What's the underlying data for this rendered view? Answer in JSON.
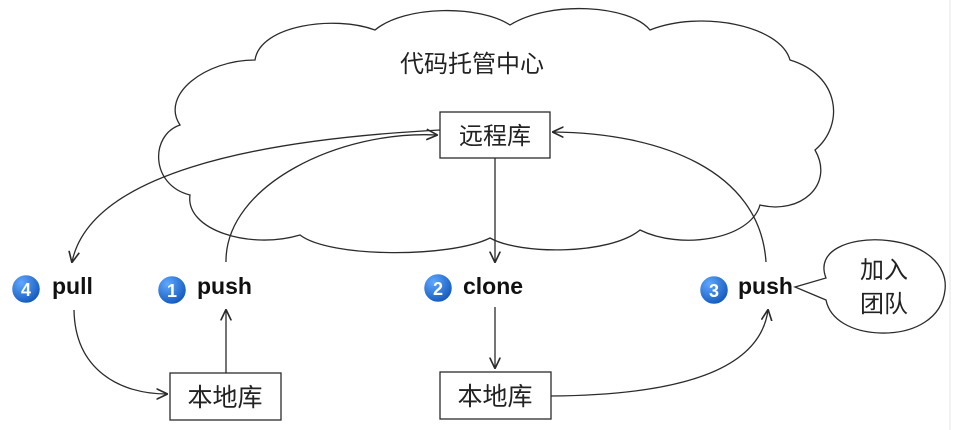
{
  "cloud_label": "代码托管中心",
  "remote_repo": "远程库",
  "local_repo_left": "本地库",
  "local_repo_right": "本地库",
  "steps": [
    {
      "number": "1",
      "label": "push"
    },
    {
      "number": "2",
      "label": "clone"
    },
    {
      "number": "3",
      "label": "push"
    },
    {
      "number": "4",
      "label": "pull"
    }
  ],
  "callout": {
    "line1": "加入",
    "line2": "团队"
  },
  "colors": {
    "badge": "#1a6fd6",
    "badge_ring": "#ffffff",
    "stroke": "#2b2b2b",
    "box_bg": "#ffffff"
  }
}
